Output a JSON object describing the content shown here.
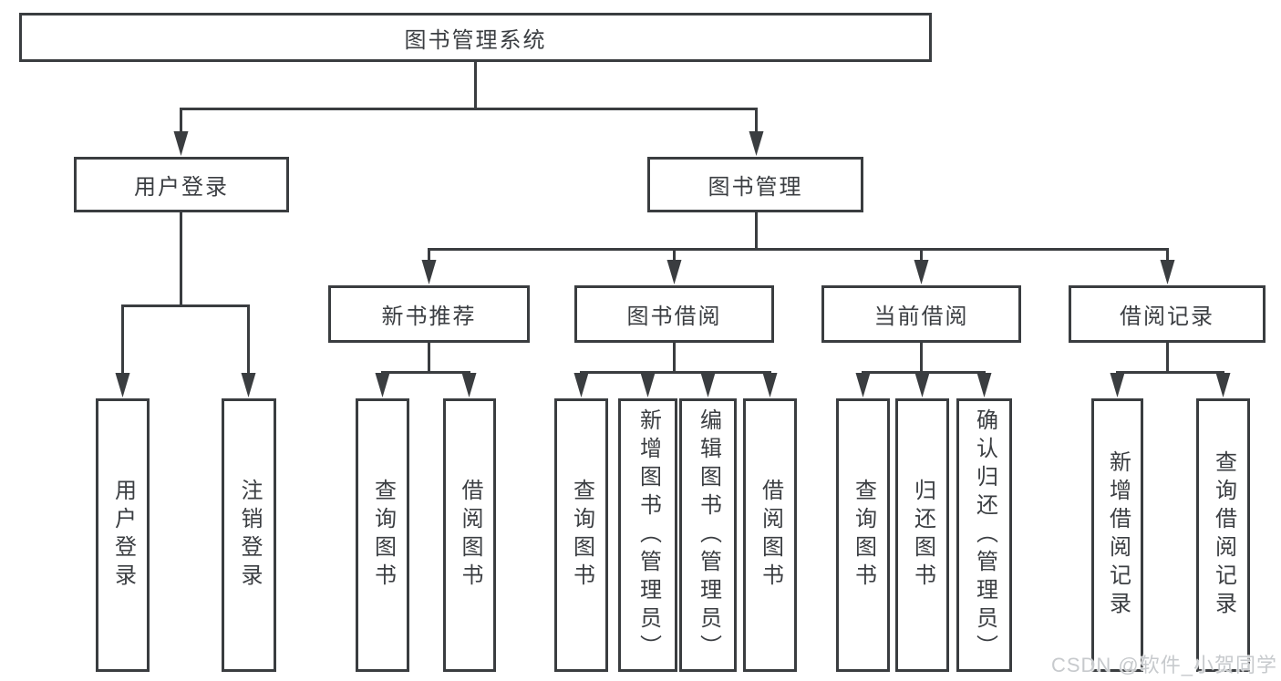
{
  "colors": {
    "line": "#3a3d40",
    "text": "#3b3e42",
    "watermark": "#c7cacd",
    "background": "#ffffff"
  },
  "tree": {
    "root": "图书管理系统",
    "user_login": {
      "label": "用户登录",
      "children": [
        "用户登录",
        "注销登录"
      ]
    },
    "book_management": {
      "label": "图书管理",
      "sections": [
        {
          "label": "新书推荐",
          "children": [
            "查询图书",
            "借阅图书"
          ]
        },
        {
          "label": "图书借阅",
          "children": [
            "查询图书",
            "新增图书（管理员）",
            "编辑图书（管理员）",
            "借阅图书"
          ]
        },
        {
          "label": "当前借阅",
          "children": [
            "查询图书",
            "归还图书",
            "确认归还（管理员）"
          ]
        },
        {
          "label": "借阅记录",
          "children": [
            "新增借阅记录",
            "查询借阅记录"
          ]
        }
      ]
    }
  },
  "watermark": {
    "text": "CSDN @软件_小贺同学"
  }
}
